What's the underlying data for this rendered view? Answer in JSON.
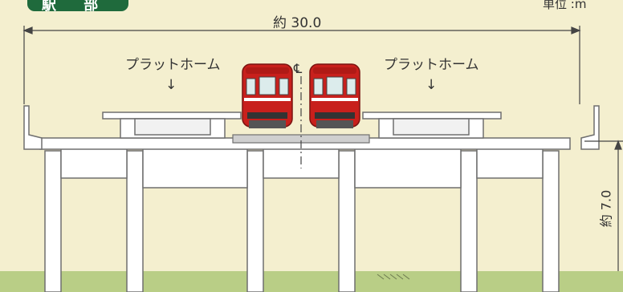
{
  "badge": {
    "label": "駅 部"
  },
  "unit_label": "単位 :m",
  "overall_width_label": "約 30.0",
  "height_label": "約 7.0",
  "centerline_label": "℄",
  "platforms": [
    {
      "label": "プラットホーム",
      "arrow": "↓"
    },
    {
      "label": "プラットホーム",
      "arrow": "↓"
    }
  ],
  "trains": [
    {
      "name": "left-train",
      "body_color": "#c8201c",
      "window_color": "#dcecec"
    },
    {
      "name": "right-train",
      "body_color": "#c8201c",
      "window_color": "#dcecec"
    }
  ],
  "colors": {
    "background": "#f4efcf",
    "structure": "#ffffff",
    "outline": "#6f6f6f",
    "ground": "#b9ce86",
    "badge": "#1f6a3c"
  }
}
